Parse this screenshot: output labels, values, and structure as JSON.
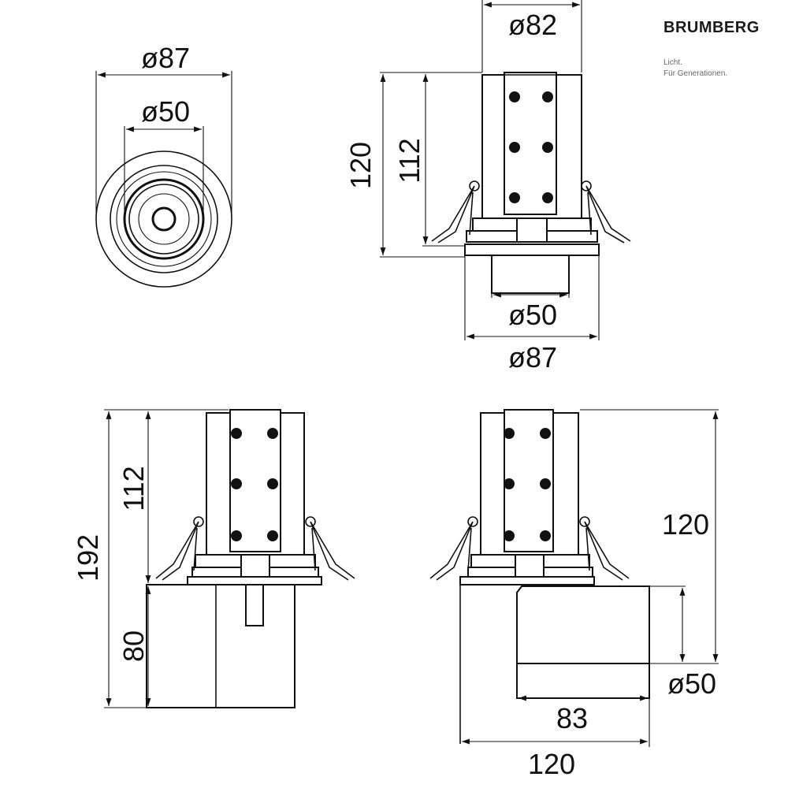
{
  "brand": {
    "name": "BRUMBERG",
    "tagline_line1": "Licht.",
    "tagline_line2": "Für Generationen."
  },
  "views": {
    "top_view": {
      "outer_diameter": "ø87",
      "inner_diameter": "ø50"
    },
    "front_view": {
      "top_diameter": "ø82",
      "total_height": "120",
      "body_height": "112",
      "spot_diameter": "ø50",
      "bezel_diameter": "ø87"
    },
    "extended_view": {
      "total_height": "192",
      "body_height": "112",
      "spot_height": "80"
    },
    "tilted_view": {
      "height": "120",
      "spot_diameter": "ø50",
      "spot_length": "83",
      "total_width": "120"
    }
  },
  "colors": {
    "line": "#111111",
    "background": "#ffffff"
  }
}
